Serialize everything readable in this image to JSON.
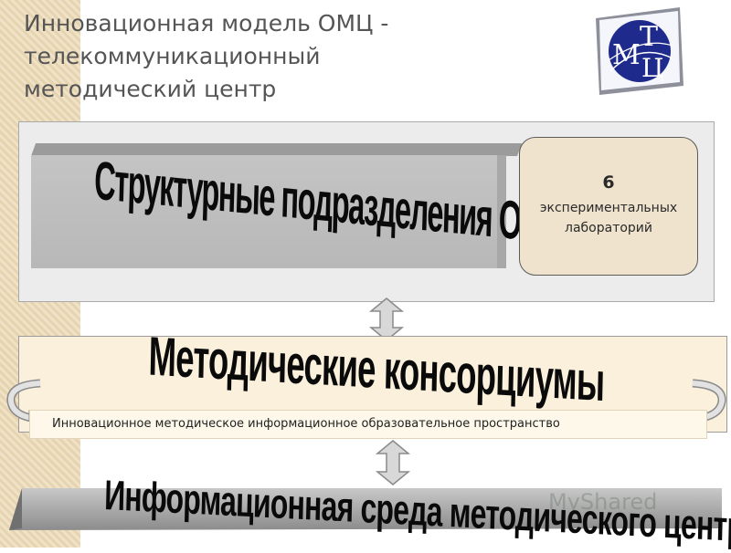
{
  "title_lines": [
    "Инновационная модель ОМЦ -",
    "телекоммуникационный",
    "методический центр"
  ],
  "logo": {
    "letters": [
      "М",
      "Т",
      "Ц"
    ]
  },
  "structural_banner": {
    "text": "Структурные подразделения ОМЦ"
  },
  "labs": {
    "count": "6",
    "line1": "экспериментальных",
    "line2": "лабораторий"
  },
  "consortiums": {
    "text": "Методические консорциумы"
  },
  "space": {
    "text": "Инновационное методическое информационное образовательное пространство"
  },
  "environment": {
    "text": "Информационная среда методического центра"
  },
  "watermark": {
    "text": "MyShared"
  },
  "colors": {
    "title": "#555555",
    "logo_blue": "#1f2b8c",
    "panel_mid": "#faf0dc",
    "lab_box": "#efe3cd"
  }
}
